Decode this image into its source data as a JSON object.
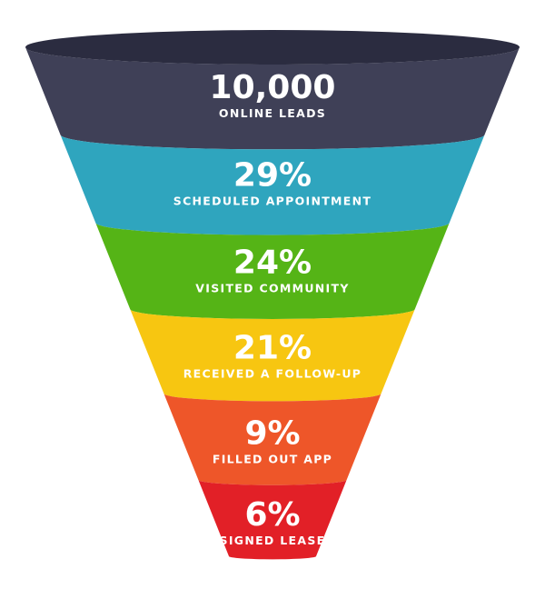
{
  "chart_data": {
    "type": "funnel",
    "stages": [
      {
        "value": "10,000",
        "label": "ONLINE LEADS",
        "color": "#3f4057"
      },
      {
        "value": "29%",
        "label": "SCHEDULED APPOINTMENT",
        "color": "#2fa5be"
      },
      {
        "value": "24%",
        "label": "VISITED COMMUNITY",
        "color": "#55b416"
      },
      {
        "value": "21%",
        "label": "RECEIVED A FOLLOW-UP",
        "color": "#f7c611"
      },
      {
        "value": "9%",
        "label": "FILLED OUT APP",
        "color": "#ee5629"
      },
      {
        "value": "6%",
        "label": "SIGNED LEASE",
        "color": "#e22027"
      }
    ],
    "rim_color": "#2b2c40"
  }
}
